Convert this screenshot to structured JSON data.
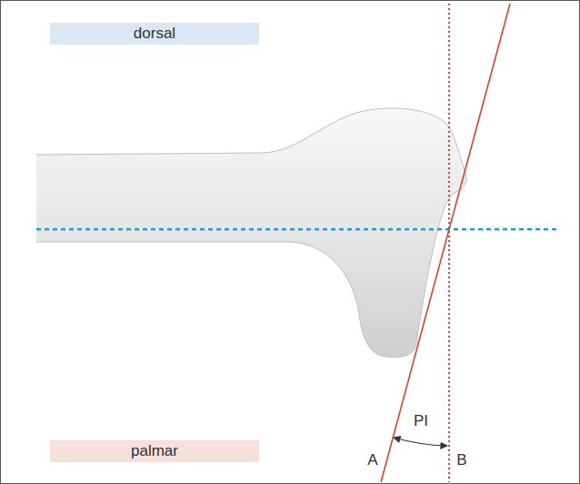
{
  "diagram": {
    "nodes": [
      {
        "text": [
          "dorsal"
        ]
      },
      {
        "text": [
          "palmar"
        ]
      }
    ],
    "labels": [
      "A",
      "B",
      "PI"
    ]
  }
}
